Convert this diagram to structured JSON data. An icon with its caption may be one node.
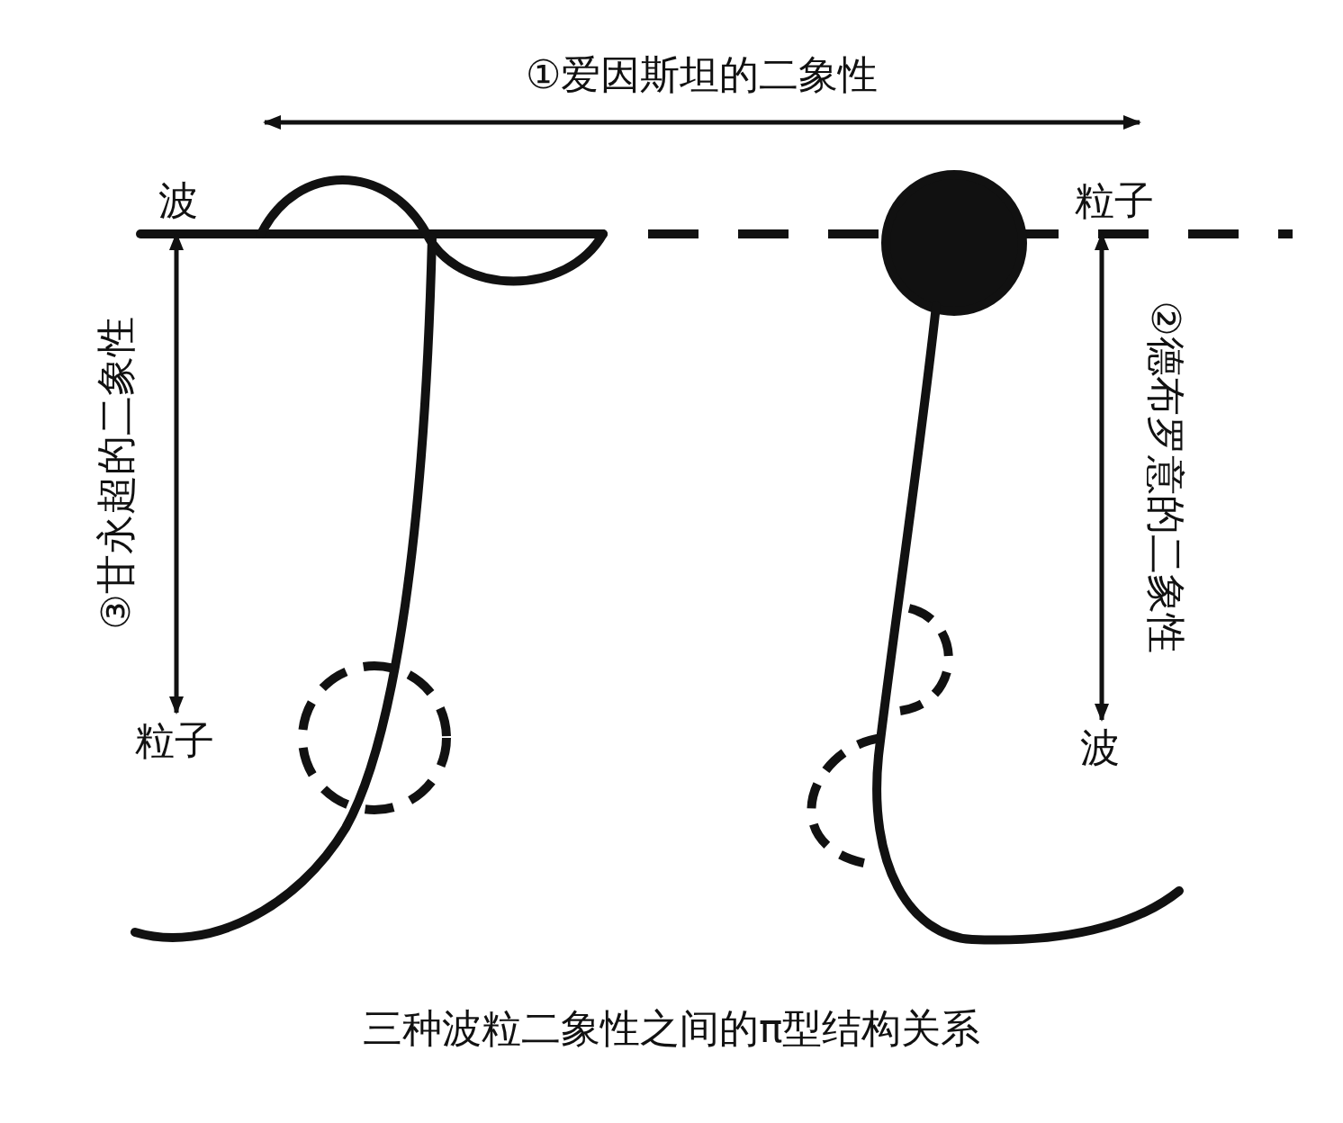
{
  "diagram": {
    "caption": "三种波粒二象性之间的π型结构关系",
    "nodes": [
      {
        "text": [
          "波"
        ]
      },
      {
        "text": [
          "粒子"
        ]
      },
      {
        "text": [
          "粒子"
        ]
      },
      {
        "text": [
          "波"
        ]
      }
    ],
    "edges": [
      {
        "from": 0,
        "to": 2,
        "arrow": "both",
        "label": "③甘永超的二象性"
      },
      {
        "from": 1,
        "to": 3,
        "arrow": "both",
        "label": "②德布罗意的二象性"
      }
    ],
    "labels": [
      "①爱因斯坦的二象性"
    ]
  }
}
